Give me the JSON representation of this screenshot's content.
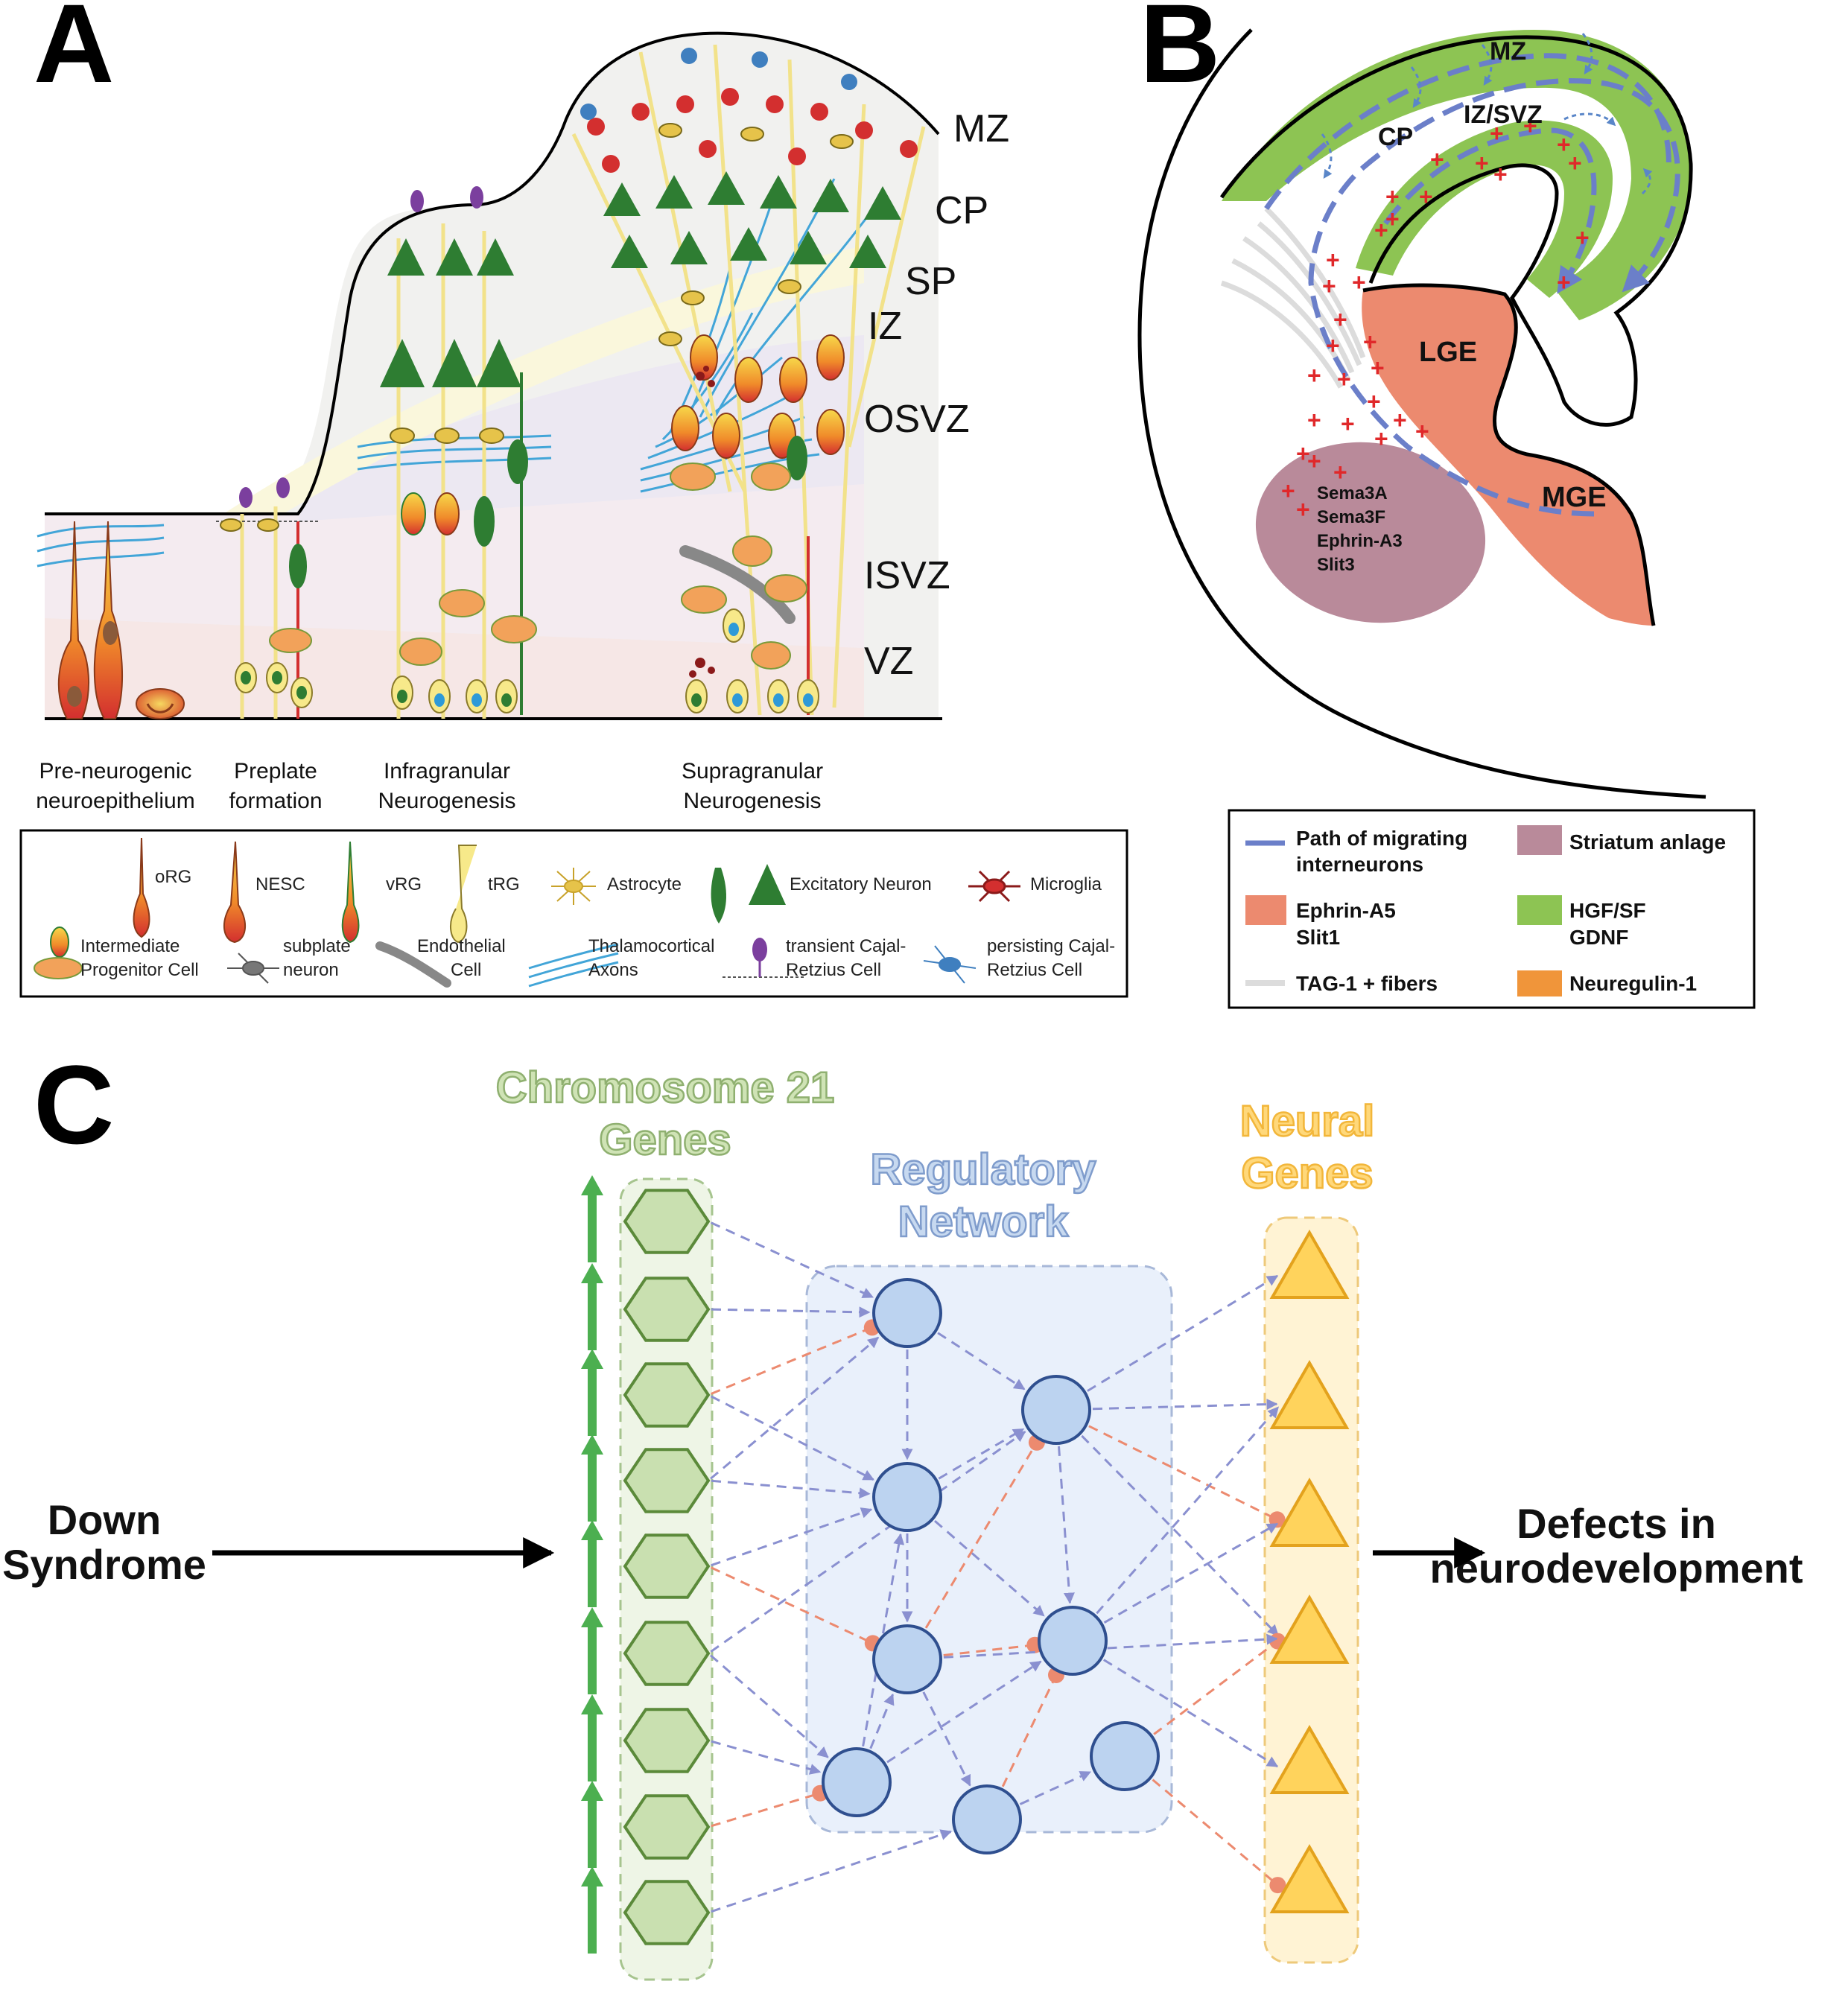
{
  "panelA": {
    "letter": "A",
    "layers": [
      "MZ",
      "CP",
      "SP",
      "IZ",
      "OSVZ",
      "ISVZ",
      "VZ"
    ],
    "stages": [
      {
        "line1": "Pre-neurogenic",
        "line2": "neuroepithelium"
      },
      {
        "line1": "Preplate",
        "line2": "formation"
      },
      {
        "line1": "Infragranular",
        "line2": "Neurogenesis"
      },
      {
        "line1": "Supragranular",
        "line2": "Neurogenesis"
      }
    ],
    "legend": {
      "oRG": "oRG",
      "NESC": "NESC",
      "vRG": "vRG",
      "tRG": "tRG",
      "astrocyte": "Astrocyte",
      "excitatory": "Excitatory   Neuron",
      "microglia": "Microglia",
      "ipc_line1": "Intermediate",
      "ipc_line2": "Progenitor  Cell",
      "subplate_line1": "subplate",
      "subplate_line2": "neuron",
      "endothelial_line1": "Endothelial",
      "endothelial_line2": "Cell",
      "thalamo_line1": "Thalamocortical",
      "thalamo_line2": "Axons",
      "transient_line1": "transient   Cajal-",
      "transient_line2": "Retzius   Cell",
      "persisting_line1": "persisting  Cajal-",
      "persisting_line2": "Retzius  Cell"
    },
    "colors": {
      "excitatory": "#2e7d32",
      "red_neuron": "#d32f2f",
      "astrocyte": "#e6c34a",
      "radial": "#f2e28a",
      "axon": "#42a5d8",
      "cajal": "#3f7fbf",
      "transient": "#7b3f9e"
    }
  },
  "panelB": {
    "letter": "B",
    "labels": {
      "mz": "MZ",
      "cp": "CP",
      "izsvz": "IZ/SVZ",
      "lge": "LGE",
      "mge": "MGE"
    },
    "striatum_molecules": [
      "Sema3A",
      "Sema3F",
      "Ephrin-A3",
      "Slit3"
    ],
    "legend": {
      "path_line1": "Path of migrating",
      "path_line2": "interneurons",
      "striatum": "Striatum anlage",
      "ephrin_line1": "Ephrin-A5",
      "ephrin_line2": "Slit1",
      "hgf_line1": "HGF/SF",
      "hgf_line2": "GDNF",
      "tag": "TAG-1 + fibers",
      "neuregulin": "Neuregulin-1"
    },
    "colors": {
      "green": "#8dc453",
      "salmon": "#ec8a6f",
      "striatum": "#b98a9a",
      "path": "#6b7fc9",
      "fibers": "#dcdcdc",
      "neuregulin": "#f0953a",
      "plus": "#e0282a"
    }
  },
  "panelC": {
    "letter": "C",
    "left_label_line1": "Down",
    "left_label_line2": "Syndrome",
    "right_label_line1": "Defects in",
    "right_label_line2": "neurodevelopment",
    "title_chr_line1": "Chromosome 21",
    "title_chr_line2": "Genes",
    "title_reg_line1": "Regulatory",
    "title_reg_line2": "Network",
    "title_neural_line1": "Neural",
    "title_neural_line2": "Genes",
    "colors": {
      "hex_fill": "#c9e0b0",
      "hex_stroke": "#5b8a3a",
      "node_fill": "#bcd3f0",
      "node_stroke": "#2f4f8f",
      "tri_fill": "#ffd35c",
      "tri_stroke": "#e3a21d",
      "activation": "#8a90d0",
      "inhibition": "#ec8a6f",
      "up_arrow": "#4caf50"
    }
  }
}
